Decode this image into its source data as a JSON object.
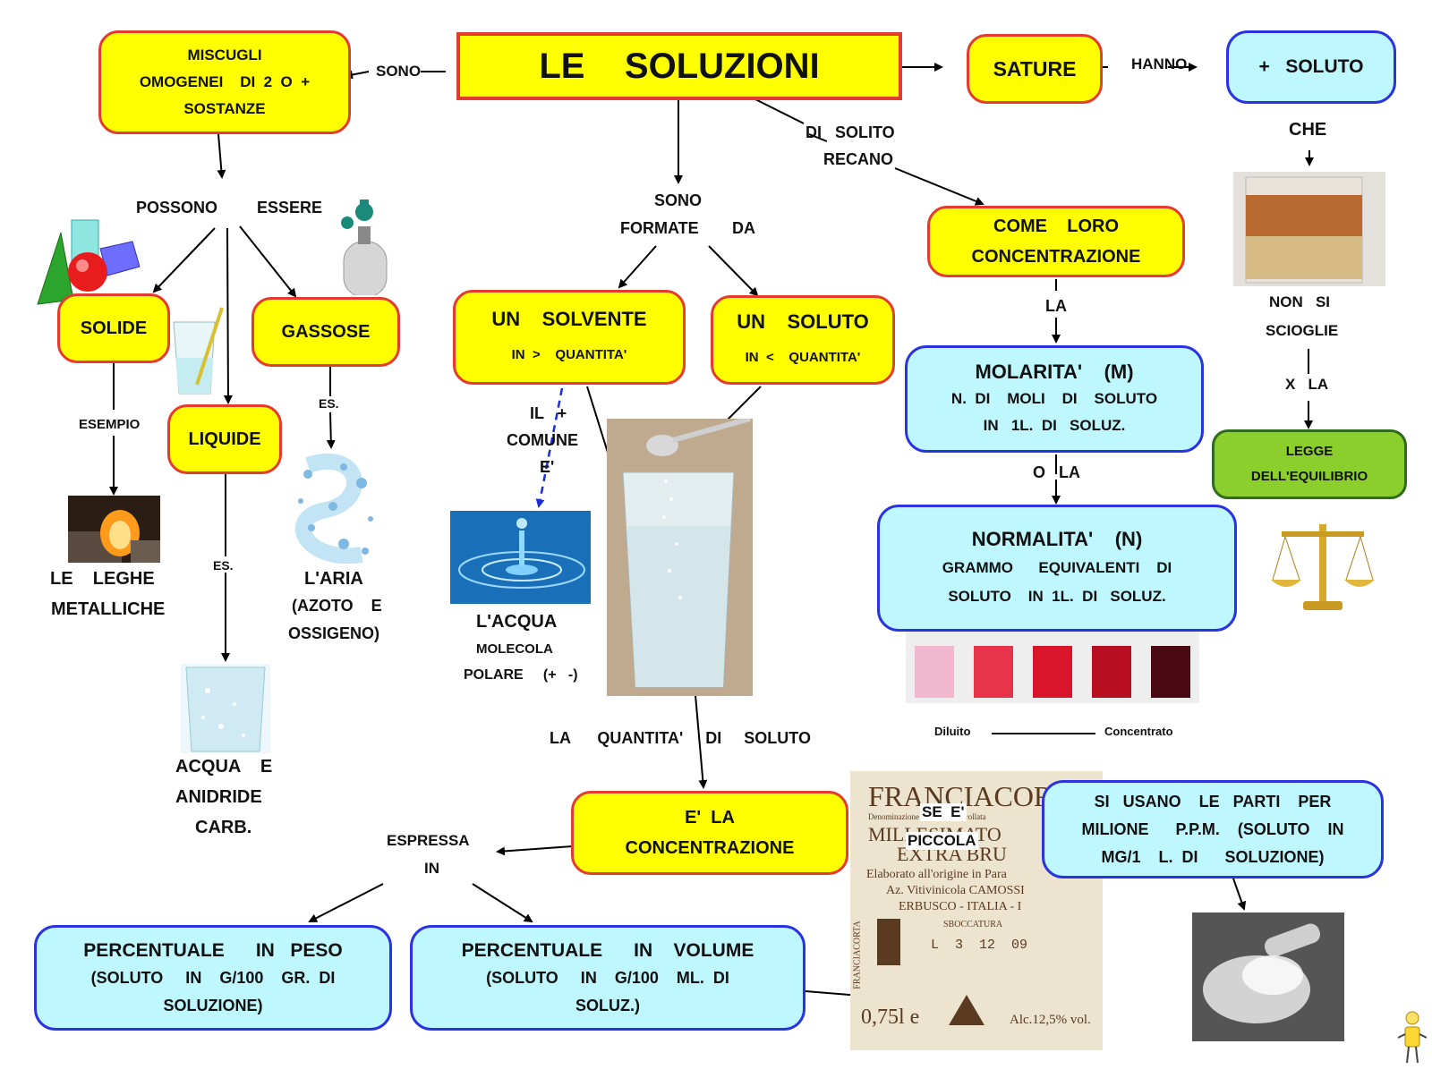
{
  "nodes": {
    "title": "LE    SOLUZIONI",
    "miscugli": [
      "MISCUGLI",
      "OMOGENEI    DI  2  O  +",
      "SOSTANZE"
    ],
    "sature": "SATURE",
    "piu_soluto": "+   SOLUTO",
    "come_loro": [
      "COME    LORO",
      "CONCENTRAZIONE"
    ],
    "solide": "SOLIDE",
    "gassose": "GASSOSE",
    "liquide": "LIQUIDE",
    "solvente": [
      "UN    SOLVENTE",
      "IN  >    QUANTITA'"
    ],
    "soluto": [
      "UN    SOLUTO",
      "IN  <    QUANTITA'"
    ],
    "molarita": [
      "MOLARITA'    (M)",
      "N.  DI    MOLI    DI    SOLUTO",
      "IN   1L.  DI   SOLUZ."
    ],
    "normalita": [
      "NORMALITA'    (N)",
      "GRAMMO      EQUIVALENTI    DI",
      "SOLUTO    IN  1L.  DI   SOLUZ."
    ],
    "legge": [
      "LEGGE",
      "DELL'EQUILIBRIO"
    ],
    "concentrazione": [
      "E'  LA",
      "CONCENTRAZIONE"
    ],
    "ppm": [
      "SI   USANO    LE   PARTI    PER",
      "MILIONE      P.P.M.    (SOLUTO    IN",
      "MG/1    L.  DI      SOLUZIONE)"
    ],
    "peso": [
      "PERCENTUALE      IN   PESO",
      "(SOLUTO     IN    G/100    GR.  DI",
      "SOLUZIONE)"
    ],
    "volume": [
      "PERCENTUALE      IN    VOLUME",
      "(SOLUTO     IN    G/100    ML.  DI",
      "SOLUZ.)"
    ]
  },
  "labels": {
    "sono_left": "SONO",
    "hanno": "HANNO",
    "che": "CHE",
    "di_solito": "DI   SOLITO",
    "recano": "RECANO",
    "possono": "POSSONO",
    "essere": "ESSERE",
    "sono_mid": "SONO",
    "formate": "FORMATE",
    "da": "DA",
    "la_conc": "LA",
    "o_la": "O   LA",
    "non_si": "NON   SI",
    "sciogle": "SCIOGLIE",
    "x_la": "X   LA",
    "esempio": "ESEMPIO",
    "es_gas": "ES.",
    "es_liq": "ES.",
    "il_piu": "IL   +",
    "comune": "COMUNE",
    "e_acc": "E'",
    "le_leghe": "LE    LEGHE",
    "metalliche": "METALLICHE",
    "aria": "L'ARIA",
    "azoto": "(AZOTO    E",
    "ossigeno": "OSSIGENO)",
    "acqua_anidride": "ACQUA    E",
    "anidride": "ANIDRIDE",
    "carb": "CARB.",
    "lacqua": "L'ACQUA",
    "molecola": "MOLECOLA",
    "polare": "POLARE     (+   -)",
    "la_quantita": "LA      QUANTITA'     DI     SOLUTO",
    "espressa": "ESPRESSA",
    "in": "IN",
    "se_e": "SE  E'",
    "piccola": "PICCOLA",
    "diluito": "Diluito",
    "concentrato": "Concentrato"
  },
  "wine_label": {
    "brand": "FRANCIACOR",
    "docg": "Denominazione d'origine controllata",
    "line2": "MILLESIMATO",
    "line3": "EXTRA BRU",
    "line4": "Elaborato all'origine in Para",
    "line5": "Az. Vitivinicola CAMOSSI",
    "line6": "ERBUSCO - ITALIA - I",
    "line7": "SBOCCATURA",
    "lot": "L  3  12  09",
    "side": "FRANCIACORTA",
    "volume": "0,75l e",
    "alc": "Alc.12,5% vol."
  },
  "colors": {
    "yellow_fill": "#ffff00",
    "yellow_border": "#e53a2e",
    "cyan_fill": "#bff7ff",
    "cyan_border": "#2a33e0",
    "green_fill": "#8ccf2c",
    "arrow": "#000000",
    "dashed_arrow": "#1a2fd6"
  }
}
